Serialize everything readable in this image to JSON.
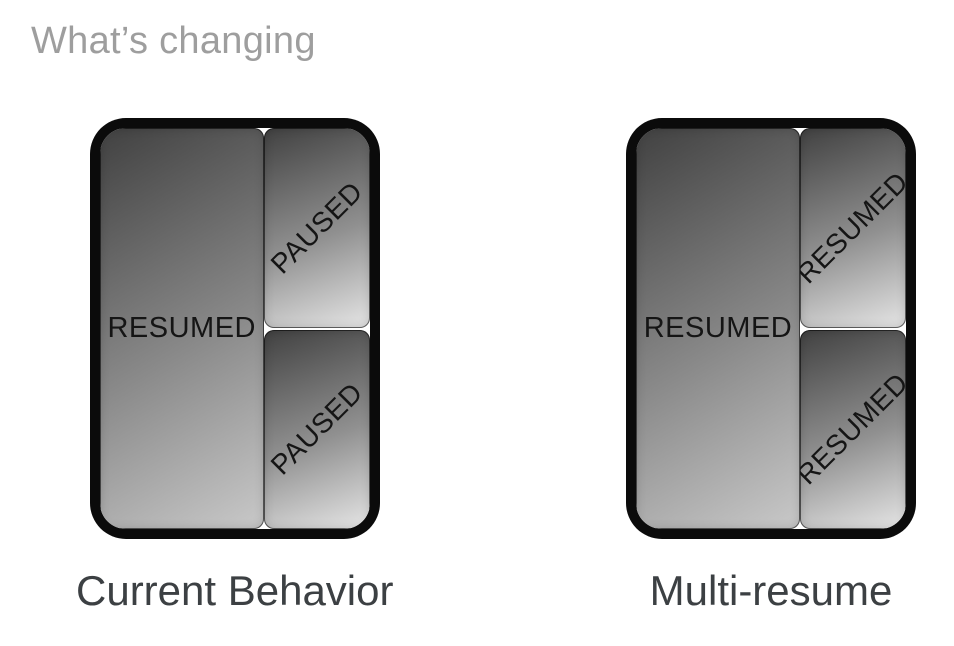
{
  "title": "What’s changing",
  "figures": [
    {
      "caption": "Current Behavior",
      "panes": {
        "main": "RESUMED",
        "top_right": "PAUSED",
        "bottom_right": "PAUSED"
      }
    },
    {
      "caption": "Multi-resume",
      "panes": {
        "main": "RESUMED",
        "top_right": "RESUMED",
        "bottom_right": "RESUMED"
      }
    }
  ],
  "colors": {
    "background": "#ffffff",
    "title_text": "#9e9e9e",
    "caption_text": "#3c4043",
    "device_bezel": "#0b0b0b",
    "pane_gradient_dark": "#414141",
    "pane_gradient_light": "#e6e6e6",
    "main_pane_gradient_light": "#c9c9c9",
    "pane_label_text": "#151515"
  }
}
